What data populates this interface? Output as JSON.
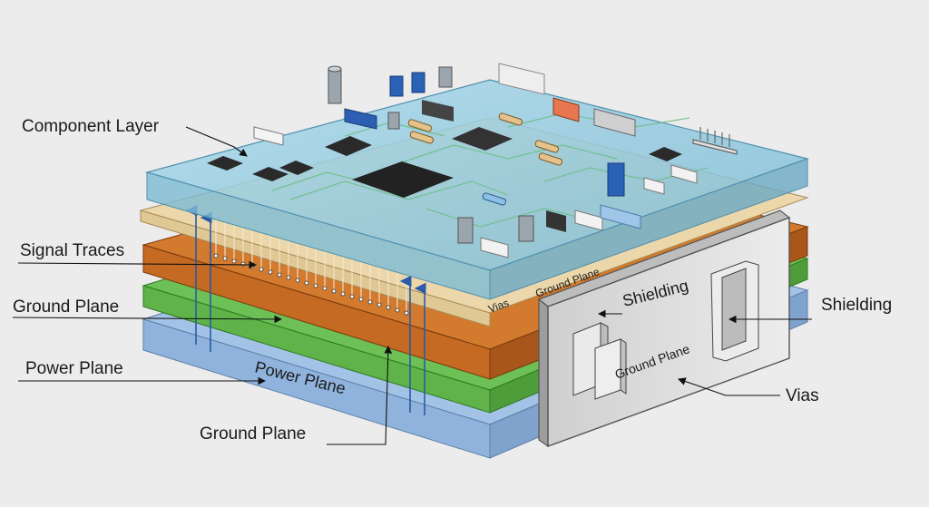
{
  "labels": {
    "component_layer": "Component Layer",
    "signal_traces": "Signal Traces",
    "ground_plane_top": "Ground Plane",
    "power_plane_left": "Power Plane",
    "ground_plane_bottom": "Ground Plane",
    "shielding_inner": "Shielding",
    "shielding_right": "Shielding",
    "vias": "Vias"
  },
  "board_text": {
    "power_plane": "Power Plane",
    "vias_small": "Vias",
    "ground_plane_small": "Ground Plane",
    "ground_plane_faded": "Ground Plane"
  },
  "colors": {
    "background": "#ececec",
    "power_plane": "#8fb3dc",
    "ground_plane": "#5fb349",
    "signal_layer": "#c46a22",
    "dielectric": "#e8d3a6",
    "component_layer": "#8ec9e0",
    "shield": "#d9d9d9"
  }
}
